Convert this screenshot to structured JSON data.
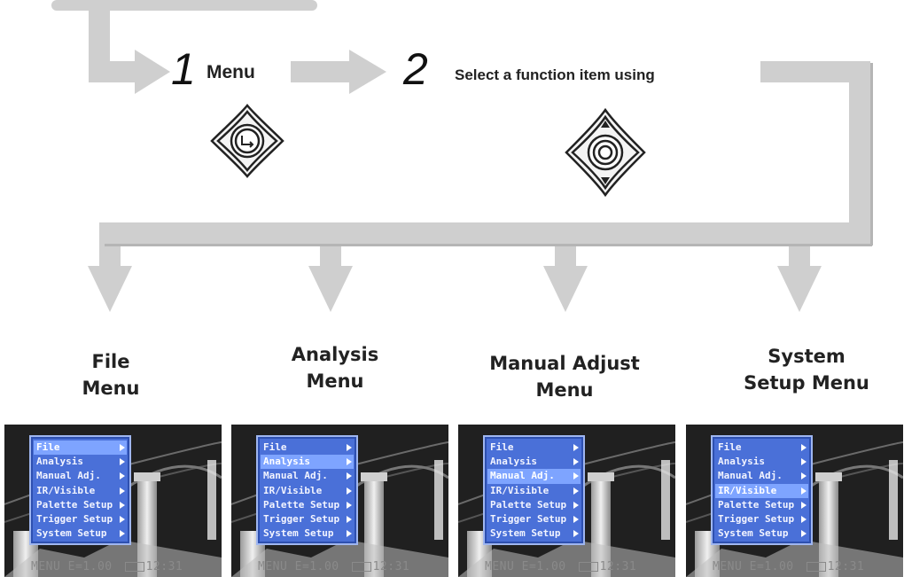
{
  "steps": [
    {
      "number": "1",
      "label": "Menu"
    },
    {
      "number": "2",
      "label": "Select a function item using"
    }
  ],
  "menus": [
    {
      "title_line1": "File",
      "title_line2": "Menu",
      "selected_index": 0
    },
    {
      "title_line1": "Analysis",
      "title_line2": "Menu",
      "selected_index": 1
    },
    {
      "title_line1": "Manual Adjust",
      "title_line2": "Menu",
      "selected_index": 2
    },
    {
      "title_line1": "System",
      "title_line2": "Setup Menu",
      "selected_index": 3
    }
  ],
  "menu_items": [
    "File",
    "Analysis",
    "Manual Adj.",
    "IR/Visible",
    "Palette Setup",
    "Trigger Setup",
    "System Setup"
  ],
  "status_bar": {
    "mode": "MENU",
    "emissivity": "E=1.00",
    "time": "12:31"
  },
  "colors": {
    "arrow_gray": "#cfcfcf",
    "menu_bg": "#4a70d8",
    "menu_selected": "#7ea4ff"
  },
  "icons": {
    "step1": "joystick-enter-icon",
    "step2": "joystick-updown-icon"
  }
}
